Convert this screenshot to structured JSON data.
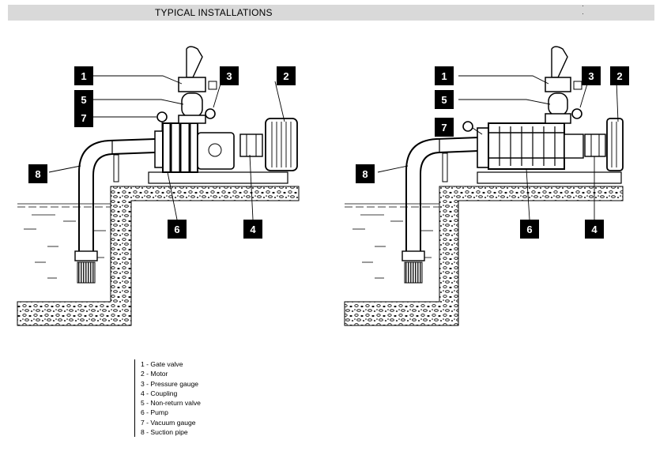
{
  "header": {
    "title": "TYPICAL INSTALLATIONS",
    "dots": "· ·"
  },
  "callouts": [
    "1",
    "2",
    "3",
    "4",
    "5",
    "6",
    "7",
    "8"
  ],
  "legend": [
    "1 - Gate valve",
    "2 - Motor",
    "3 - Pressure gauge",
    "4 - Coupling",
    "5 - Non-return valve",
    "6 - Pump",
    "7 - Vacuum gauge",
    "8 - Suction pipe"
  ]
}
